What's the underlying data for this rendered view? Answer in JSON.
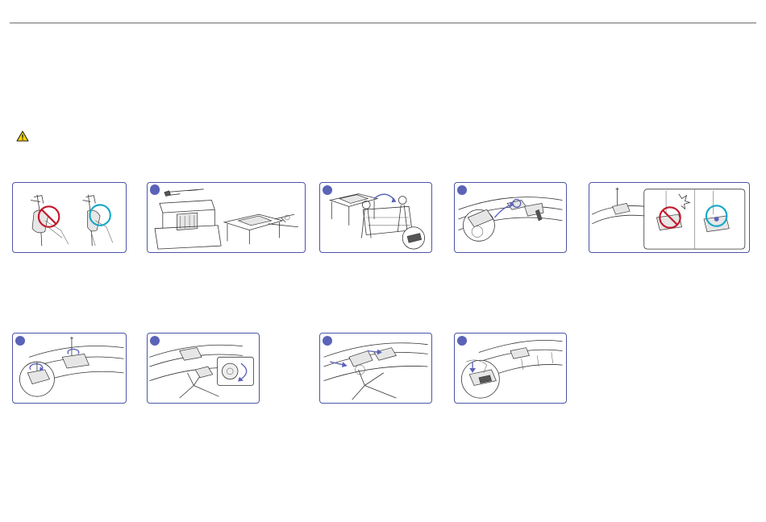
{
  "colors": {
    "panel_border": "#4b55a8",
    "step_badge": "#5b63b8",
    "prohibited": "#c4172c",
    "correct": "#19a8c7",
    "caution_yellow": "#f6d100"
  },
  "icons": {
    "caution": "warning-triangle-icon",
    "step_badge": "step-number-badge"
  },
  "panels": [
    {
      "name": "panel-grip-wrong-right"
    },
    {
      "name": "panel-step-unbox-parts"
    },
    {
      "name": "panel-step-lift-monitor"
    },
    {
      "name": "panel-step-insert-neck"
    },
    {
      "name": "panel-screw-warning"
    },
    {
      "name": "panel-step-tighten-screw"
    },
    {
      "name": "panel-step-attach-base"
    },
    {
      "name": "panel-step-join-base"
    },
    {
      "name": "panel-step-press-cover"
    }
  ]
}
